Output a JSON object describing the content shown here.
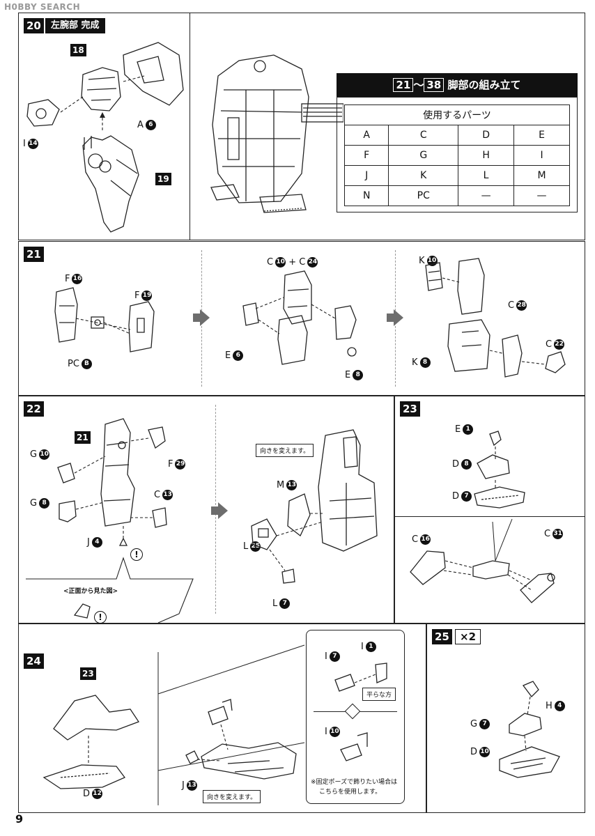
{
  "watermark": "H0BBY SEARCH",
  "page_number": "9",
  "step20": {
    "num": "20",
    "title": "左腕部 完成",
    "ref18": "18",
    "ref19": "19",
    "labelA": "A",
    "numA": "6",
    "labelI": "I",
    "numI": "14"
  },
  "legs": {
    "range_a": "21",
    "tilde": "～",
    "range_b": "38",
    "title": "脚部の組み立て",
    "table_header": "使用するパーツ",
    "rows": [
      [
        "A",
        "C",
        "D",
        "E"
      ],
      [
        "F",
        "G",
        "H",
        "I"
      ],
      [
        "J",
        "K",
        "L",
        "M"
      ],
      [
        "N",
        "PC",
        "—",
        "—"
      ]
    ]
  },
  "step21": {
    "num": "21",
    "l1": "F",
    "n1": "16",
    "l2": "F",
    "n2": "19",
    "l3": "PC",
    "n3": "B",
    "l4": "C",
    "n4": "10",
    "plus": "+ C",
    "n5": "24",
    "l6": "E",
    "n6": "6",
    "l7": "E",
    "n7": "8",
    "l8": "K",
    "n8": "10",
    "l9": "C",
    "n9": "28",
    "l10": "K",
    "n10": "8",
    "l11": "C",
    "n11": "22"
  },
  "step22": {
    "num": "22",
    "ref21": "21",
    "l1": "G",
    "n1": "10",
    "l2": "F",
    "n2": "29",
    "l3": "G",
    "n3": "8",
    "l4": "C",
    "n4": "13",
    "l5": "J",
    "n5": "4",
    "warn": "!",
    "front_view": "<正面から見た図>",
    "turn_note": "向きを変えます。",
    "l6": "M",
    "n6": "13",
    "l7": "L",
    "n7": "25",
    "l8": "L",
    "n8": "7"
  },
  "step23": {
    "num": "23",
    "l1": "E",
    "n1": "1",
    "l2": "D",
    "n2": "8",
    "l3": "D",
    "n3": "7",
    "l4": "C",
    "n4": "16",
    "l5": "C",
    "n5": "31"
  },
  "step24": {
    "num": "24",
    "ref23": "23",
    "l1": "D",
    "n1": "12",
    "l2": "J",
    "n2": "13",
    "turn_note": "向きを変えます。",
    "l3": "I",
    "n3": "7",
    "l4": "I",
    "n4": "1",
    "flat": "平らな方",
    "l5": "I",
    "n5": "10",
    "fixed_note": "※固定ポーズで飾りたい場合は",
    "fixed_note2": "こちらを使用します。"
  },
  "step25": {
    "num": "25",
    "mult": "×2",
    "l1": "H",
    "n1": "4",
    "l2": "G",
    "n2": "7",
    "l3": "D",
    "n3": "10"
  }
}
